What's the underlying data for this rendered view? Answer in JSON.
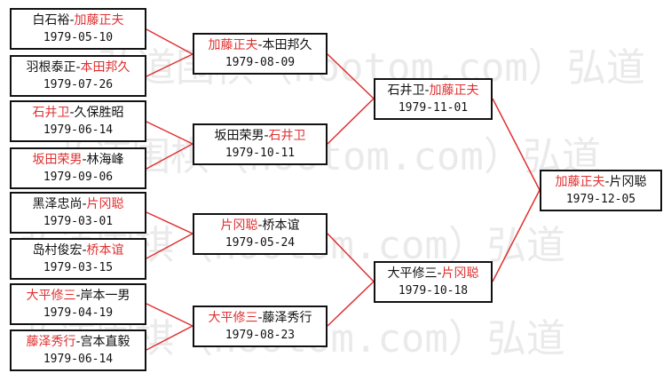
{
  "watermark": "弘道围棋（hootom.com）弘道",
  "colors": {
    "winner": "#e03030",
    "line": "#e03030",
    "border": "#111111"
  },
  "round1": [
    {
      "p1": "白石裕",
      "p2": "加藤正夫",
      "winner": 2,
      "date": "1979-05-10"
    },
    {
      "p1": "羽根泰正",
      "p2": "本田邦久",
      "winner": 2,
      "date": "1979-07-26"
    },
    {
      "p1": "石井卫",
      "p2": "久保胜昭",
      "winner": 1,
      "date": "1979-06-14"
    },
    {
      "p1": "坂田荣男",
      "p2": "林海峰",
      "winner": 1,
      "date": "1979-09-06"
    },
    {
      "p1": "黑泽忠尚",
      "p2": "片冈聪",
      "winner": 2,
      "date": "1979-03-01"
    },
    {
      "p1": "岛村俊宏",
      "p2": "桥本谊",
      "winner": 2,
      "date": "1979-03-15"
    },
    {
      "p1": "大平修三",
      "p2": "岸本一男",
      "winner": 1,
      "date": "1979-04-19"
    },
    {
      "p1": "藤泽秀行",
      "p2": "宫本直毅",
      "winner": 1,
      "date": "1979-06-14"
    }
  ],
  "round2": [
    {
      "p1": "加藤正夫",
      "p2": "本田邦久",
      "winner": 1,
      "date": "1979-08-09"
    },
    {
      "p1": "坂田荣男",
      "p2": "石井卫",
      "winner": 2,
      "date": "1979-10-11"
    },
    {
      "p1": "片冈聪",
      "p2": "桥本谊",
      "winner": 1,
      "date": "1979-05-24"
    },
    {
      "p1": "大平修三",
      "p2": "藤泽秀行",
      "winner": 1,
      "date": "1979-08-23"
    }
  ],
  "round3": [
    {
      "p1": "石井卫",
      "p2": "加藤正夫",
      "winner": 2,
      "date": "1979-11-01"
    },
    {
      "p1": "大平修三",
      "p2": "片冈聪",
      "winner": 2,
      "date": "1979-10-18"
    }
  ],
  "final": {
    "p1": "加藤正夫",
    "p2": "片冈聪",
    "winner": 1,
    "date": "1979-12-05"
  }
}
